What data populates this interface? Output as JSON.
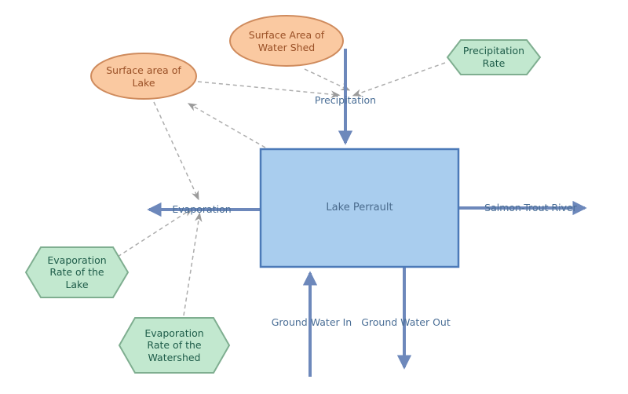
{
  "diagram_type": "stock-and-flow influence diagram",
  "stock": {
    "label": "Lake Perrault"
  },
  "converters": {
    "watershed_area": {
      "label": "Surface Area of Water Shed",
      "shape": "ellipse"
    },
    "lake_area": {
      "label": "Surface area of Lake",
      "shape": "ellipse"
    },
    "precip_rate": {
      "label": "Precipitation Rate",
      "shape": "hexagon"
    },
    "evap_rate_lake": {
      "label": "Evaporation Rate of the Lake",
      "shape": "hexagon"
    },
    "evap_rate_watershed": {
      "label": "Evaporation Rate of the Watershed",
      "shape": "hexagon"
    }
  },
  "flows": {
    "precipitation": {
      "label": "Precipitation",
      "direction": "into lake from top"
    },
    "evaporation": {
      "label": "Evaporation",
      "direction": "out of lake to left"
    },
    "river": {
      "label": "Salmon-Trout River",
      "direction": "out of lake to right"
    },
    "ground_in": {
      "label": "Ground Water In",
      "direction": "into lake from bottom"
    },
    "ground_out": {
      "label": "Ground Water Out",
      "direction": "out of lake at bottom"
    }
  },
  "influence_links": [
    "Precipitation Rate -> Precipitation",
    "Surface Area of Water Shed -> Precipitation",
    "Surface area of Lake -> Precipitation",
    "Lake Perrault -> Surface area of Lake",
    "Surface area of Lake -> Evaporation",
    "Evaporation Rate of the Lake -> Evaporation",
    "Evaporation Rate of the Watershed -> Evaporation"
  ],
  "colors": {
    "ellipse_fill": "#fac9a1",
    "ellipse_stroke": "#cf8b5d",
    "ellipse_text": "#9a5026",
    "hexagon_fill": "#c2e8cf",
    "hexagon_stroke": "#7fae90",
    "hexagon_text": "#1e5c49",
    "stock_fill": "#a9cdee",
    "stock_stroke": "#4c7ab8",
    "flow_line": "#6d88bb",
    "flow_text": "#4a6e96",
    "influence_line": "#adadad"
  }
}
